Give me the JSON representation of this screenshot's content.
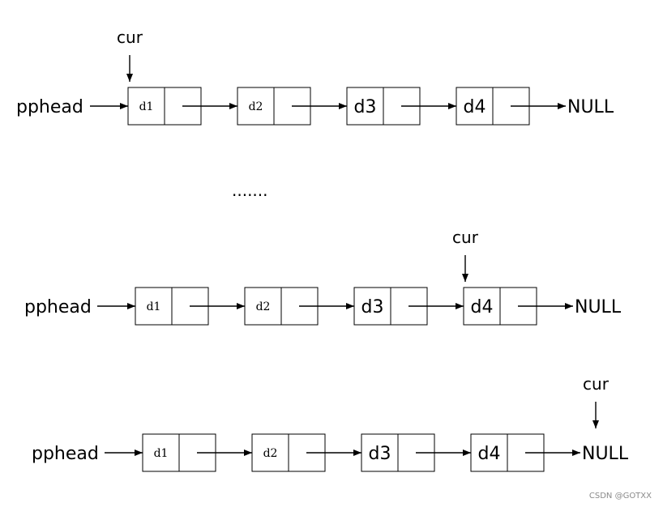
{
  "rows": [
    {
      "head_label": "pphead",
      "nodes": [
        "d1",
        "d2",
        "d3",
        "d4"
      ],
      "null_label": "NULL",
      "pointer_label": "cur",
      "pointer_target": 0
    },
    {
      "head_label": "pphead",
      "nodes": [
        "d1",
        "d2",
        "d3",
        "d4"
      ],
      "null_label": "NULL",
      "pointer_label": "cur",
      "pointer_target": 3
    },
    {
      "head_label": "pphead",
      "nodes": [
        "d1",
        "d2",
        "d3",
        "d4"
      ],
      "null_label": "NULL",
      "pointer_label": "cur",
      "pointer_target": 4
    }
  ],
  "ellipsis": ".......",
  "watermark": "CSDN @GOTXX"
}
